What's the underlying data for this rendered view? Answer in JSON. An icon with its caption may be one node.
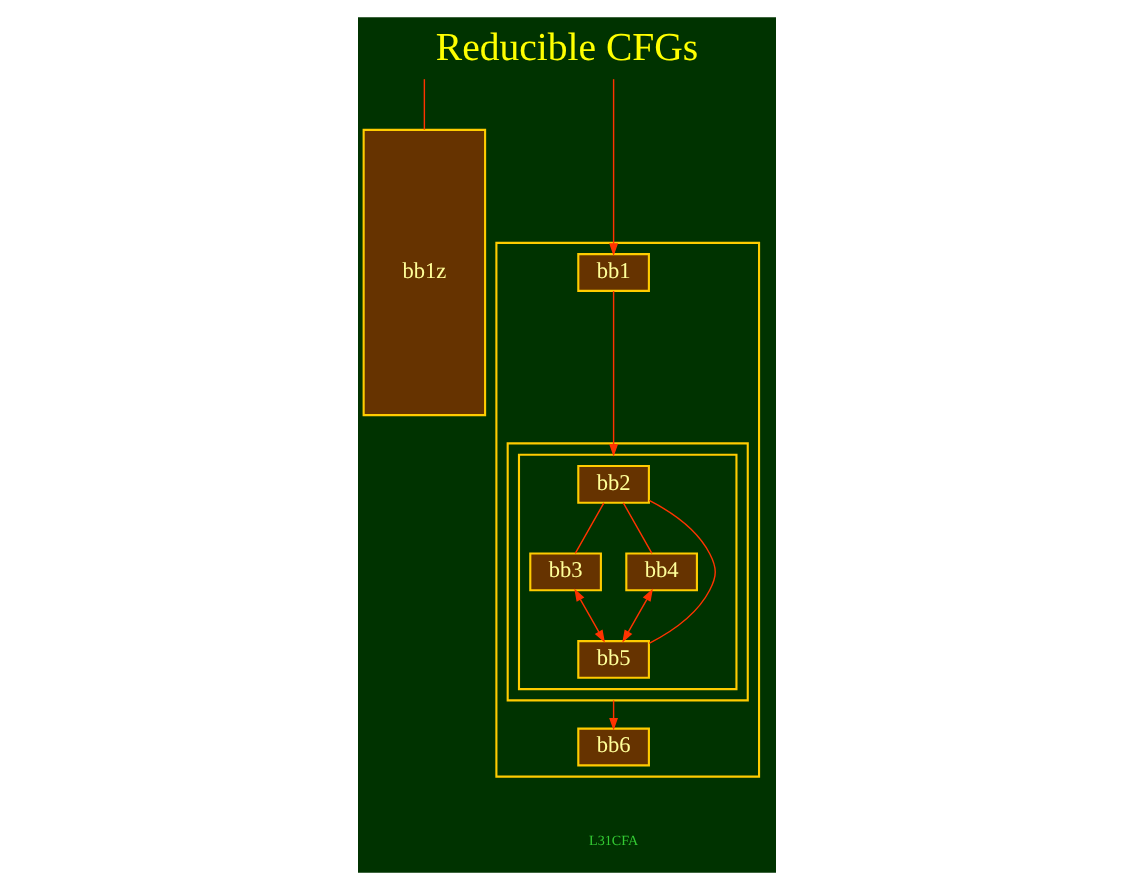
{
  "diagram": {
    "title": "Reducible CFGs",
    "nodes": [
      {
        "text": [
          "bb1z"
        ]
      },
      {
        "text": [],
        "shape": "box"
      },
      {
        "text": [
          "bb1"
        ],
        "in": 1
      },
      {
        "text": [],
        "shape": "box",
        "in": 1
      },
      {
        "text": [],
        "shape": "box",
        "in": 3
      },
      {
        "text": [
          "bb2"
        ],
        "in": 4
      },
      {
        "text": [
          "bb3"
        ],
        "in": 4
      },
      {
        "text": [
          "bb4"
        ],
        "in": 4
      },
      {
        "text": [
          "bb5"
        ],
        "in": 4
      },
      {
        "text": [
          "bb6"
        ],
        "in": 1
      }
    ],
    "edges": [
      {
        "from": null,
        "to": 0,
        "arrow": "none"
      },
      {
        "from": null,
        "to": 2,
        "arrow": "to"
      },
      {
        "from": 2,
        "to": 4,
        "arrow": "to"
      },
      {
        "from": 5,
        "to": 6,
        "arrow": "none"
      },
      {
        "from": 5,
        "to": 7,
        "arrow": "none"
      },
      {
        "from": 6,
        "to": 8,
        "arrow": "both"
      },
      {
        "from": 7,
        "to": 8,
        "arrow": "both"
      },
      {
        "from": 8,
        "to": 3,
        "arrow": "none"
      },
      {
        "from": 3,
        "to": 9,
        "arrow": "to"
      }
    ],
    "labels": [
      "L31CFA"
    ]
  }
}
